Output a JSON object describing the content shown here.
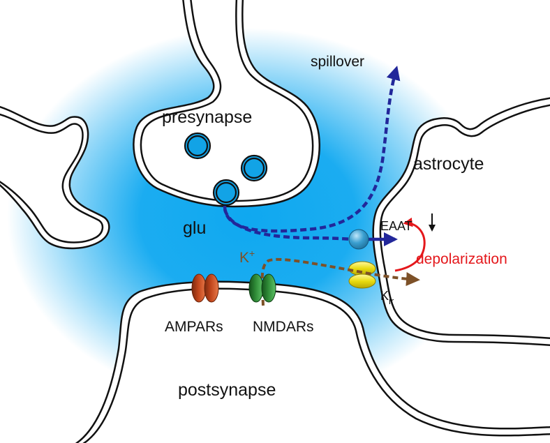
{
  "labels": {
    "spillover": "spillover",
    "presynapse": "presynapse",
    "astrocyte": "astrocyte",
    "glu": "glu",
    "eaat": "EAAT",
    "depolarization": "depolarization",
    "k_ion": "K",
    "k_charge": "+",
    "kir_main": "K",
    "kir_sub": "ir",
    "ampars": "AMPARs",
    "nmdars": "NMDARs",
    "postsynapse": "postsynapse"
  },
  "colors": {
    "cleft_blue": "#0fa8f0",
    "vesicle_fill": "#12a3e6",
    "glutamate_arrow": "#22279a",
    "potassium_arrow": "#7d5128",
    "depolarization_red": "#e4171b",
    "ampa_receptor": "#c1451b",
    "nmda_receptor": "#2e8a36",
    "kir_channel": "#e9dc10",
    "eaat_transporter": "#3a9fd0",
    "membrane": "#111111"
  },
  "icons": {
    "eaat_indicator": "down-arrow",
    "depolarization_link": "curved-arrow"
  }
}
